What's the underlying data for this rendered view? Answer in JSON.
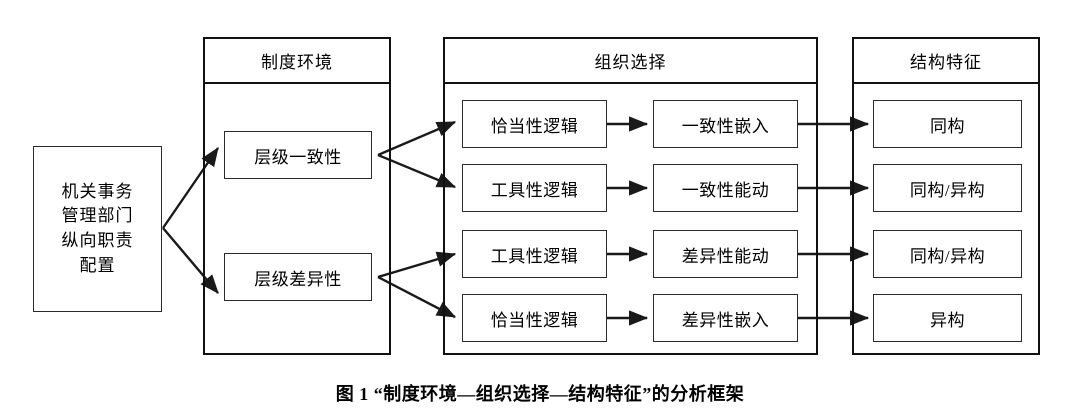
{
  "figure": {
    "caption": "图 1  “制度环境—组织选择—结构特征”的分析框架",
    "source_box": {
      "name": "机关事务管理部门纵向职责配置",
      "lines": [
        "机关事务",
        "管理部门",
        "纵向职责",
        "配置"
      ]
    },
    "panels": [
      {
        "id": "institutional-environment",
        "header": "制度环境",
        "items": [
          "层级一致性",
          "层级差异性"
        ]
      },
      {
        "id": "organizational-choice",
        "header": "组织选择",
        "logic_items": [
          "恰当性逻辑",
          "工具性逻辑",
          "工具性逻辑",
          "恰当性逻辑"
        ],
        "response_items": [
          "一致性嵌入",
          "一致性能动",
          "差异性能动",
          "差异性嵌入"
        ]
      },
      {
        "id": "structural-features",
        "header": "结构特征",
        "items": [
          "同构",
          "同构/异构",
          "同构/异构",
          "异构"
        ]
      }
    ],
    "colors": {
      "line": "#1a1a1a",
      "box_border": "#2b2b2b",
      "background": "#ffffff",
      "text": "#000000"
    }
  }
}
